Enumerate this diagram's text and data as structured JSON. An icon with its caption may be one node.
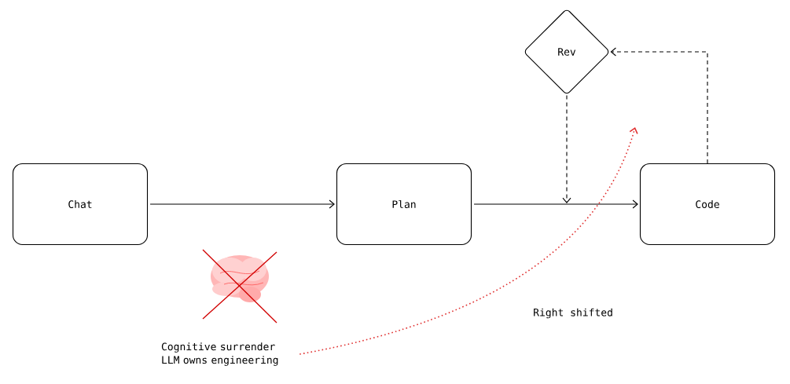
{
  "diagram": {
    "nodes": [
      {
        "text": [
          "Rev"
        ]
      },
      {
        "text": [
          "Chat"
        ]
      },
      {
        "text": [
          "Plan"
        ]
      },
      {
        "text": [
          "Code"
        ]
      },
      {
        "text": [
          "Cognitive surrender LLM owns engineering"
        ]
      }
    ],
    "edges": [
      {
        "from": 1,
        "to": 2,
        "arrow": "to"
      },
      {
        "from": 2,
        "to": 3,
        "arrow": "to"
      },
      {
        "from": 0,
        "to": null,
        "arrow": "to",
        "style": "dashed"
      },
      {
        "from": 3,
        "to": 0,
        "arrow": "to",
        "style": "dashed"
      },
      {
        "from": 4,
        "to": null,
        "arrow": "to",
        "style": "dashed",
        "color": "#e03131"
      }
    ],
    "labels": [
      "Right shifted"
    ]
  }
}
